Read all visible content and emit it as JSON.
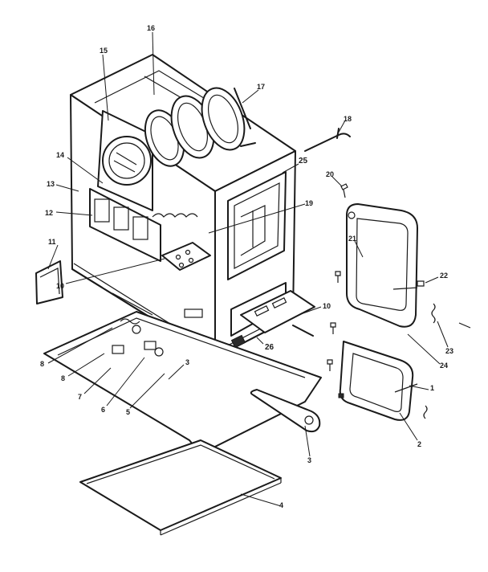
{
  "labels": {
    "l1": "1",
    "l2": "2",
    "l3a": "3",
    "l3b": "3",
    "l4": "4",
    "l5": "5",
    "l6": "6",
    "l7": "7",
    "l8a": "8",
    "l8b": "8",
    "l10a": "10",
    "l10b": "10",
    "l11": "11",
    "l12": "12",
    "l13": "13",
    "l14": "14",
    "l15": "15",
    "l16": "16",
    "l17": "17",
    "l18": "18",
    "l19": "19",
    "l20": "20",
    "l21": "21",
    "l22": "22",
    "l23": "23",
    "l24": "24",
    "l25": "25",
    "l26": "26"
  }
}
